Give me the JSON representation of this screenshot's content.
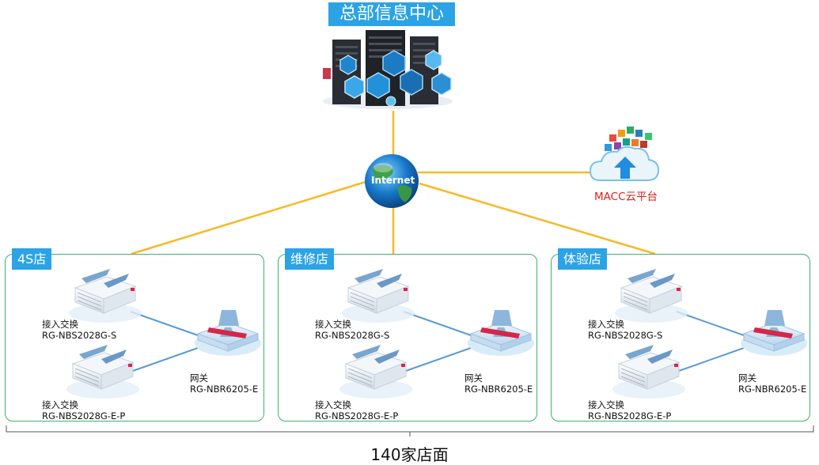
{
  "headquarters": {
    "title": "总部信息中心"
  },
  "internet": {
    "label": "Internet"
  },
  "cloud": {
    "label": "MACC云平台"
  },
  "stores": [
    {
      "name": "4S店",
      "switch_top": {
        "role": "接入交换",
        "model": "RG-NBS2028G-S"
      },
      "switch_bottom": {
        "role": "接入交换",
        "model": "RG-NBS2028G-E-P"
      },
      "gateway": {
        "role": "网关",
        "model": "RG-NBR6205-E"
      }
    },
    {
      "name": "维修店",
      "switch_top": {
        "role": "接入交换",
        "model": "RG-NBS2028G-S"
      },
      "switch_bottom": {
        "role": "接入交换",
        "model": "RG-NBS2028G-E-P"
      },
      "gateway": {
        "role": "网关",
        "model": "RG-NBR6205-E"
      }
    },
    {
      "name": "体验店",
      "switch_top": {
        "role": "接入交换",
        "model": "RG-NBS2028G-S"
      },
      "switch_bottom": {
        "role": "接入交换",
        "model": "RG-NBS2028G-E-P"
      },
      "gateway": {
        "role": "网关",
        "model": "RG-NBR6205-E"
      }
    }
  ],
  "summary": {
    "total_label": "140家店面"
  },
  "colors": {
    "wan_link": "#f7b928",
    "lan_link": "#5b9bd5",
    "store_border": "#3cb371",
    "tag_bg": "#2ba3e4",
    "cloud_text": "#e21b1b"
  }
}
